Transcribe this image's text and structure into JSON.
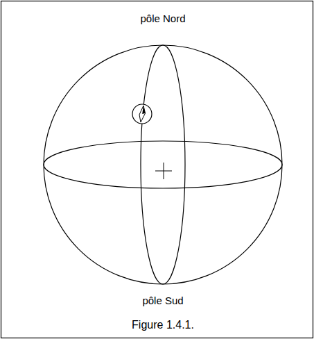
{
  "diagram": {
    "caption": "Figure 1.4.1.",
    "labels": [
      "pôle Nord",
      "pôle Sud"
    ]
  }
}
